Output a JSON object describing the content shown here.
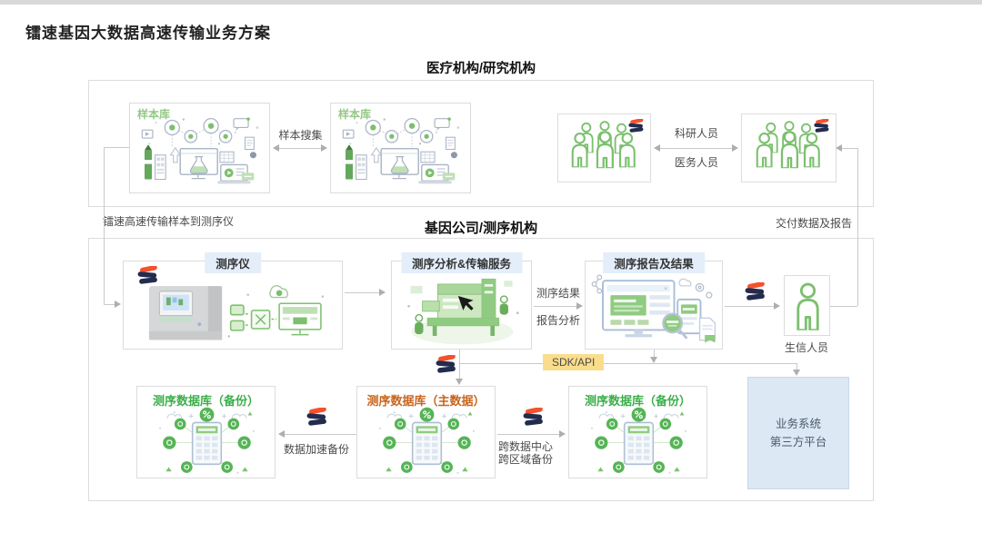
{
  "colors": {
    "accent_green": "#3bae4a",
    "accent_orange": "#c8641c",
    "logo_orange": "#f4512c",
    "logo_navy": "#232c4e",
    "tag_blue_bg": "#e4eefa",
    "sdk_yellow_bg": "#fadd8c",
    "platform_blue_bg": "#dce8f4",
    "illustration_green": "#7cc06e"
  },
  "title": "镭速基因大数据高速传输业务方案",
  "medical": {
    "header": "医疗机构/研究机构",
    "sample_library_left": "样本库",
    "sample_library_right": "样本库",
    "sample_collection": "样本搜集",
    "research_staff": "科研人员",
    "medical_staff": "医务人员"
  },
  "transfer": {
    "to_sequencer": "镭速高速传输样本到测序仪",
    "deliver_reports": "交付数据及报告"
  },
  "gene": {
    "header": "基因公司/测序机构",
    "sequencer": "测序仪",
    "analysis_service": "测序分析&传输服务",
    "report_results": "测序报告及结果",
    "seq_result": "测序结果",
    "report_analysis": "报告分析",
    "bioinfo_staff": "生信人员",
    "sdk_api": "SDK/API",
    "db_backup_left": "测序数据库（备份）",
    "db_primary": "测序数据库（主数据）",
    "db_backup_right": "测序数据库（备份）",
    "accel_backup": "数据加速备份",
    "cross_dc": "跨数据中心",
    "cross_region": "跨区域备份",
    "business_system": "业务系统",
    "third_party": "第三方平台"
  }
}
